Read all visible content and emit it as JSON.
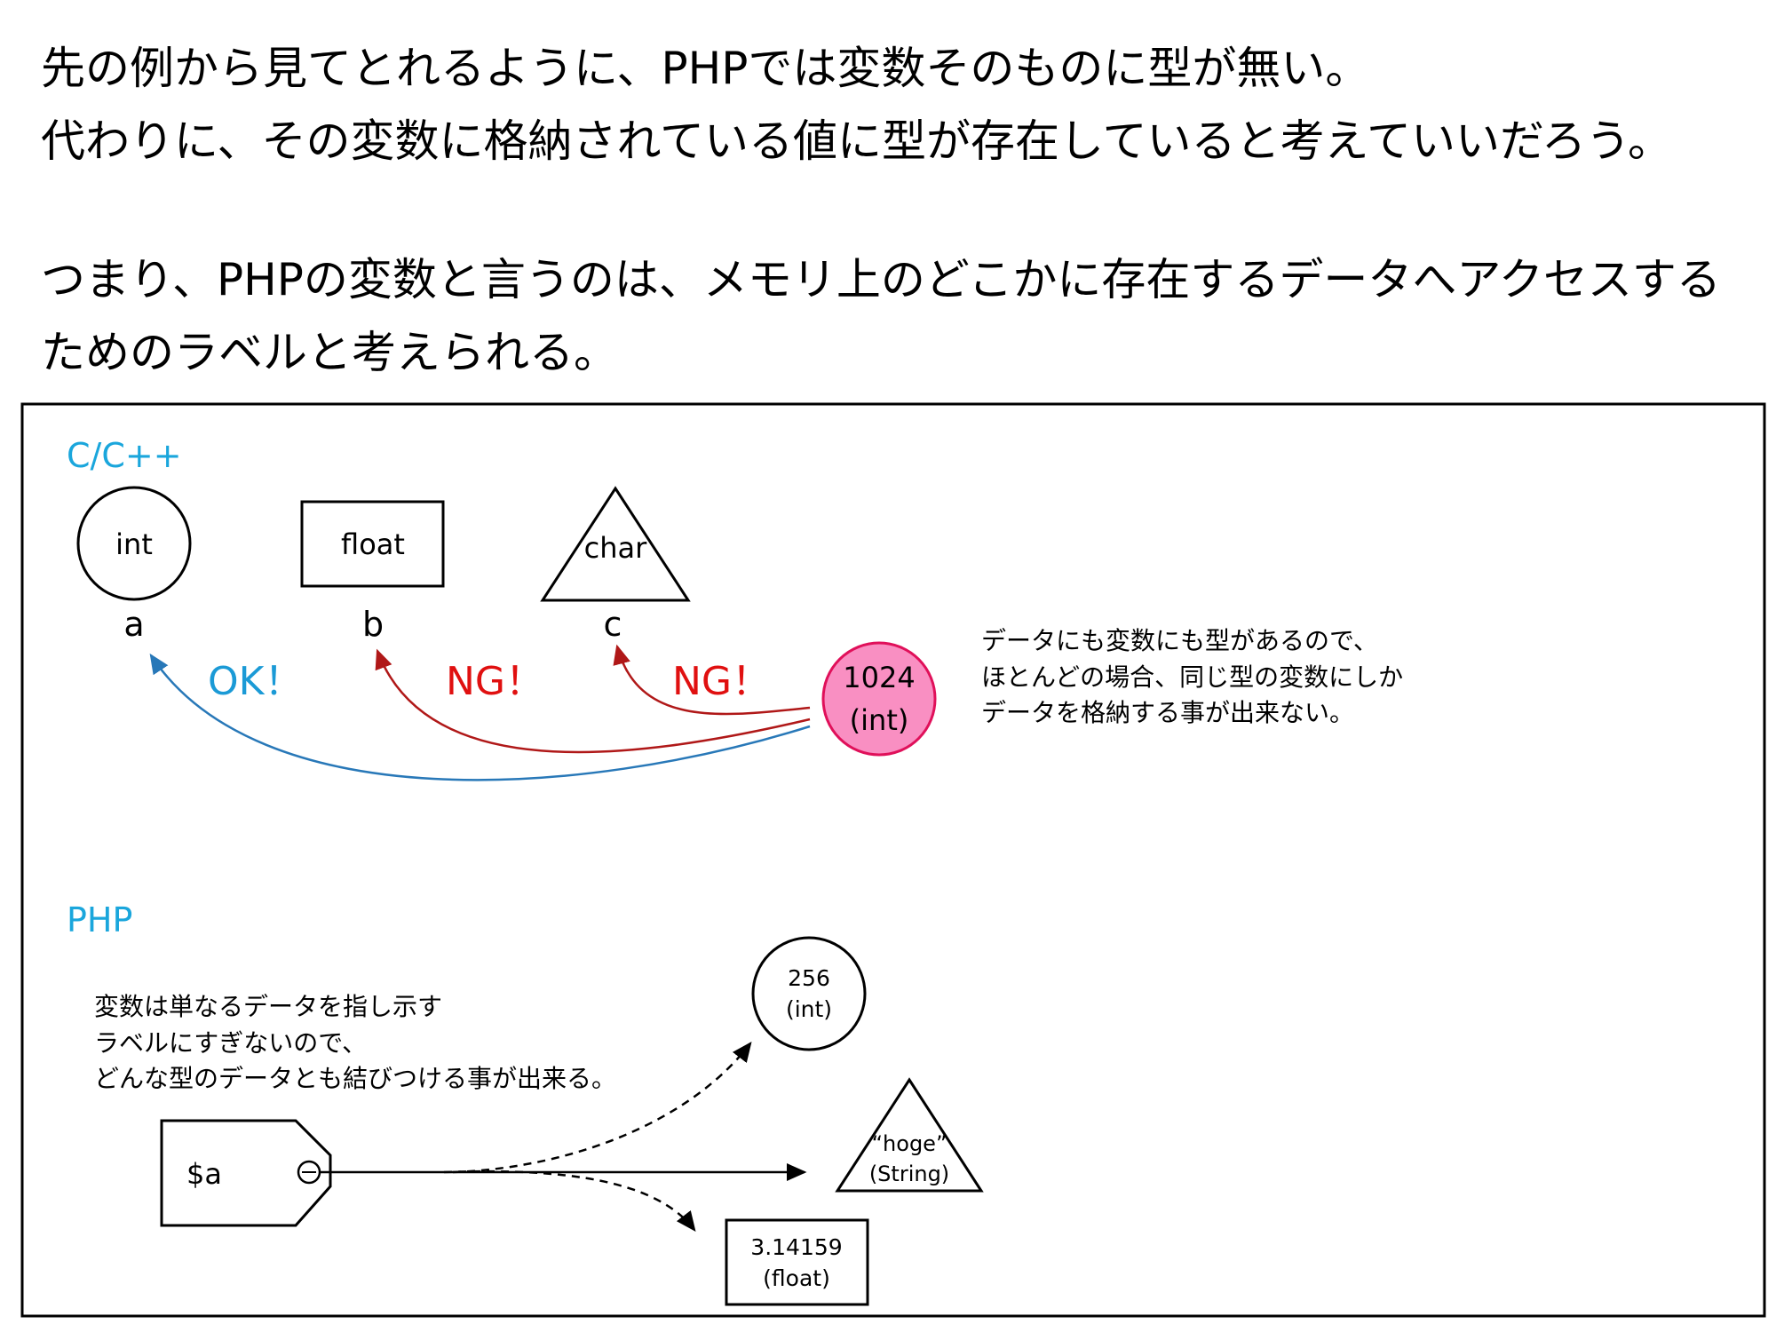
{
  "intro": {
    "paragraph1": [
      "先の例から見てとれるように、PHPでは変数そのものに型が無い。",
      "代わりに、その変数に格納されている値に型が存在していると考えていいだろう。"
    ],
    "paragraph2": [
      "つまり、PHPの変数と言うのは、メモリ上のどこかに存在するデータへアクセスする",
      "ためのラベルと考えられる。"
    ]
  },
  "colors": {
    "section_title": "#1aa6dc",
    "ok": "#1b9ad6",
    "ok_arrow": "#2878b8",
    "ng": "#e01010",
    "ng_arrow": "#b01818",
    "value_fill": "#f98fc2",
    "value_stroke": "#e0105a"
  },
  "c_section": {
    "title": "C/C++",
    "types": [
      {
        "shape": "circle",
        "type_label": "int",
        "var_label": "a"
      },
      {
        "shape": "rectangle",
        "type_label": "float",
        "var_label": "b"
      },
      {
        "shape": "triangle",
        "type_label": "char",
        "var_label": "c"
      }
    ],
    "value": {
      "line1": "1024",
      "line2": "(int)"
    },
    "results": [
      "OK！",
      "NG！",
      "NG！"
    ],
    "note": [
      "データにも変数にも型があるので、",
      "ほとんどの場合、同じ型の変数にしか",
      "データを格納する事が出来ない。"
    ]
  },
  "php_section": {
    "title": "PHP",
    "note": [
      "変数は単なるデータを指し示す",
      "ラベルにすぎないので、",
      "どんな型のデータとも結びつける事が出来る。"
    ],
    "label": "$a",
    "values": [
      {
        "shape": "circle",
        "line1": "256",
        "line2": "(int)"
      },
      {
        "shape": "triangle",
        "line1": "“hoge”",
        "line2": "(String)"
      },
      {
        "shape": "rectangle",
        "line1": "3.14159",
        "line2": "(float)"
      }
    ]
  }
}
